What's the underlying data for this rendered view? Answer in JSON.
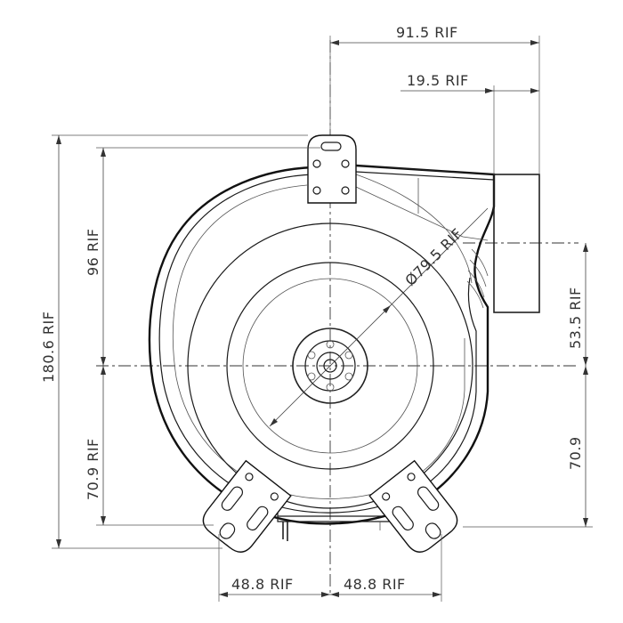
{
  "dimensions": {
    "top_overall": "91.5 RIF",
    "top_outlet": "19.5 RIF",
    "left_total_height": "180.6 RIF",
    "left_upper": "96 RIF",
    "left_lower": "70.9 RIF",
    "right_outlet_center": "53.5 RIF",
    "right_lower": "70.9",
    "impeller_diameter": "Ø79.5 RIF",
    "bottom_left": "48.8 RIF",
    "bottom_right": "48.8 RIF"
  }
}
